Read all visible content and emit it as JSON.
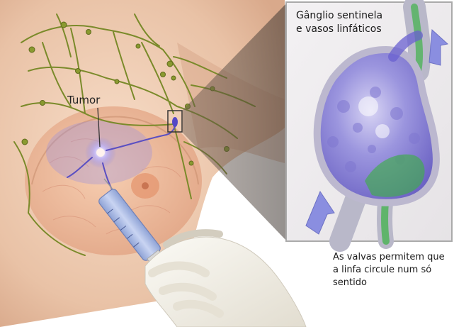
{
  "labels": {
    "tumor": "Tumor",
    "inset_title": [
      "Gânglio sentinela",
      "e vasos linfáticos"
    ],
    "valves_note": [
      "As valvas permitem que",
      "a linfa circule num só",
      "sentido"
    ]
  },
  "colors": {
    "skin": "#eecfb8",
    "skin_shadow": "#d9a98b",
    "lymph_vessel": "#7a8a2a",
    "lymph_node_blue": "#8c86d6",
    "dye_green": "#3fae4a",
    "glove": "#f2efe6",
    "inset_border": "#aaaaaa"
  }
}
